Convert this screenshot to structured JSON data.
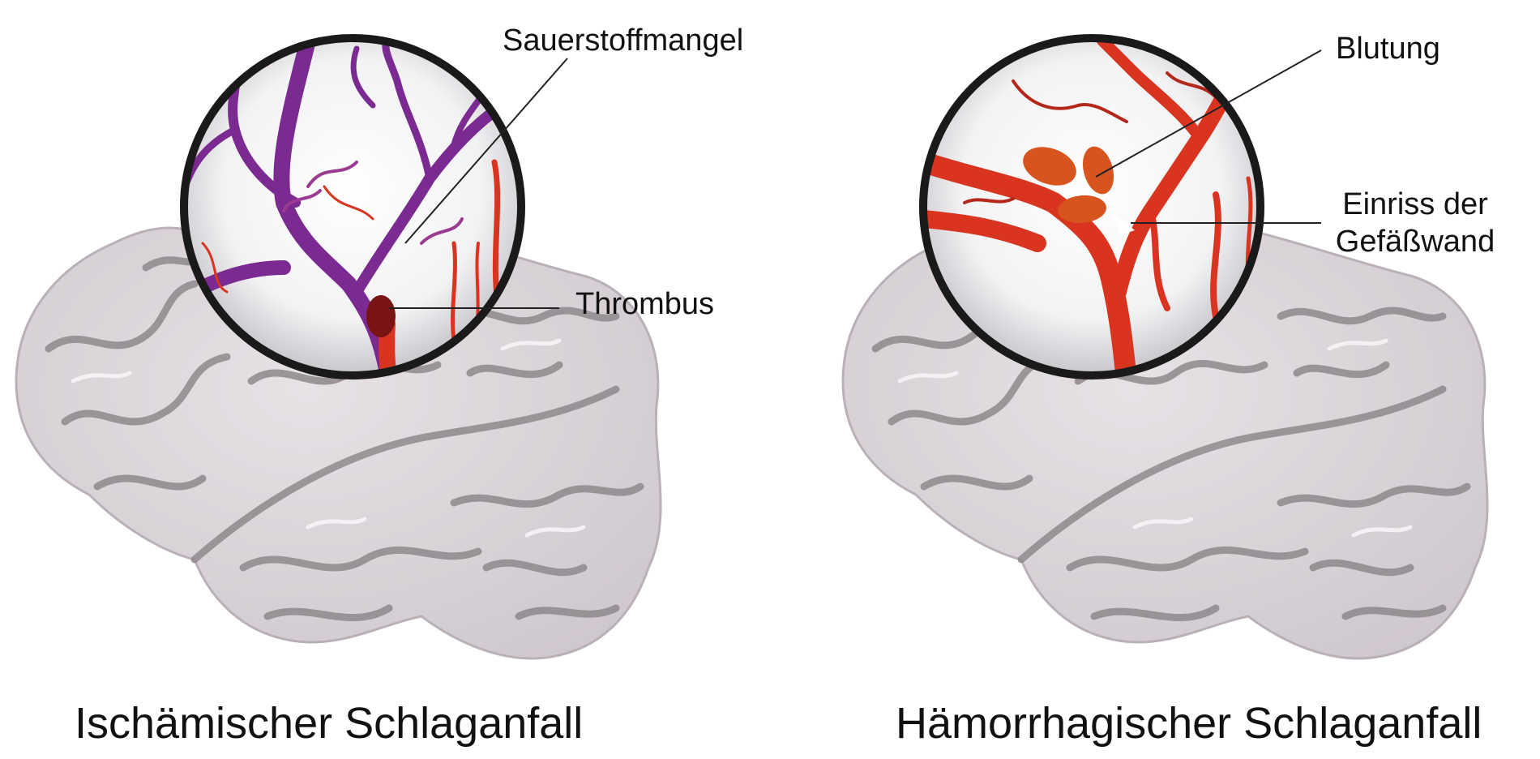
{
  "ischemic": {
    "caption": "Ischämischer Schlaganfall",
    "label_oxygen": "Sauerstoffmangel",
    "label_thrombus": "Thrombus"
  },
  "hemorrhagic": {
    "caption": "Hämorrhagischer Schlaganfall",
    "label_bleeding": "Blutung",
    "label_tear_line1": "Einriss der",
    "label_tear_line2": "Gefäßwand"
  },
  "colors": {
    "brain_fill": "#d9d3d8",
    "brain_fold": "#8f888d",
    "brain_highlight": "#f6f3f6",
    "vessel_purple": "#7a2a90",
    "vessel_red": "#d8341f",
    "thrombus": "#7a1414",
    "lens_ring": "#1a1a1a",
    "leader_line": "#222222"
  }
}
